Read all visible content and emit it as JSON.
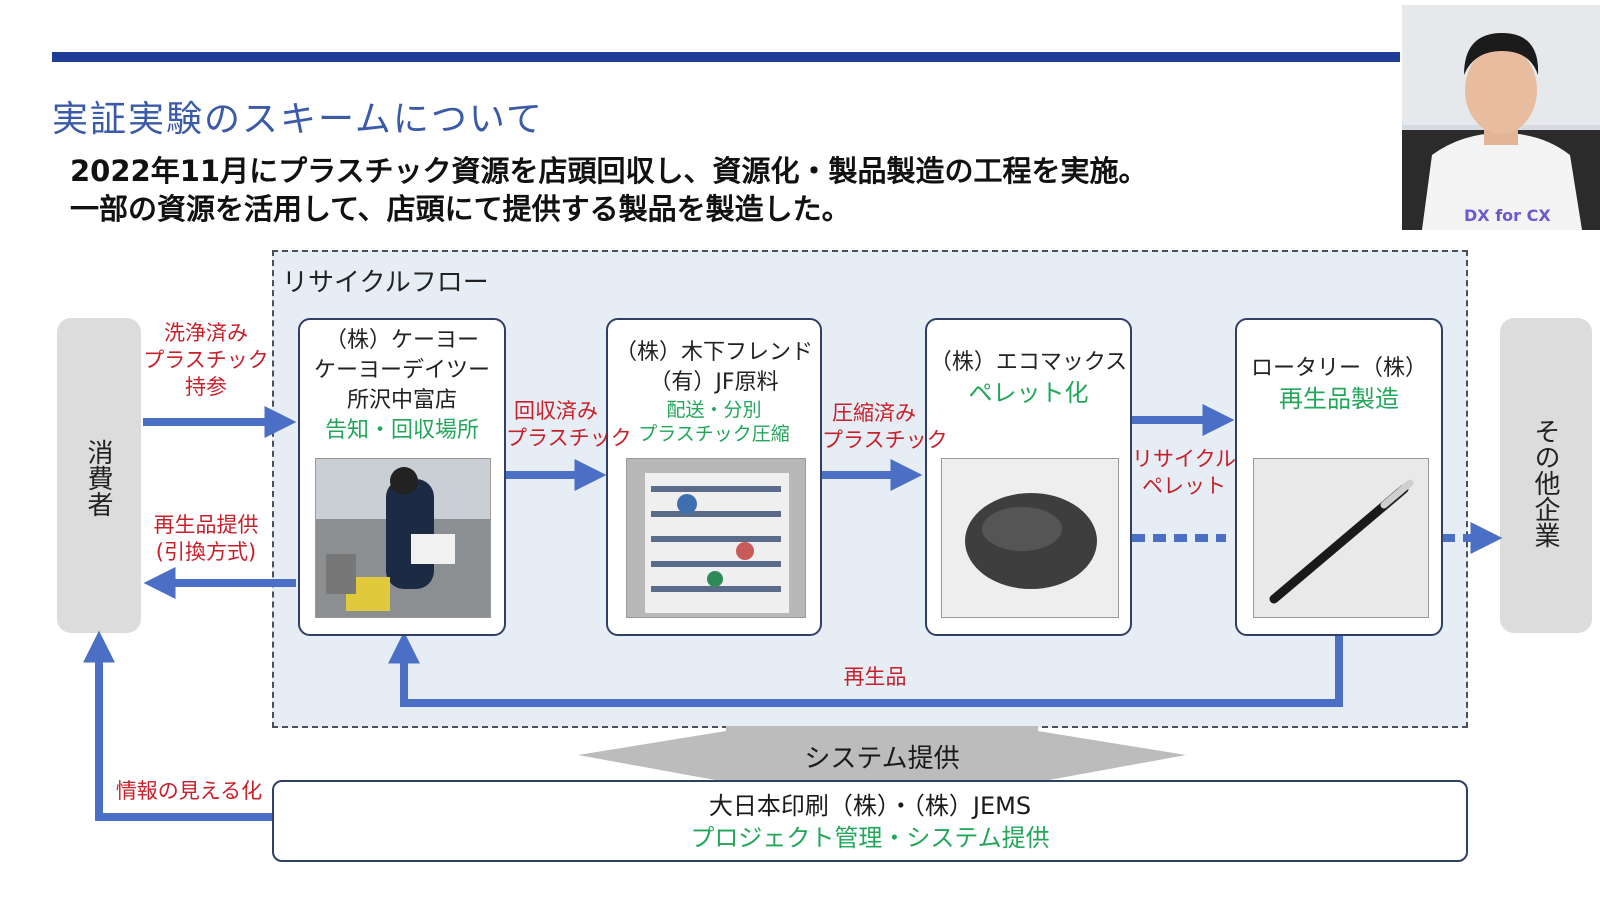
{
  "slide": {
    "title": "実証実験のスキームについて",
    "subtitle_line1": "2022年11月にプラスチック資源を店頭回収し、資源化・製品製造の工程を実施。",
    "subtitle_line2": "一部の資源を活用して、店頭にて提供する製品を製造した。"
  },
  "flow": {
    "label": "リサイクルフロー",
    "consumer": "消費者",
    "other_companies": "その他企業",
    "cards": [
      {
        "lines": [
          "（株）ケーヨー",
          "ケーヨーデイツー",
          "所沢中富店"
        ],
        "role": "告知・回収場所"
      },
      {
        "lines": [
          "（株）木下フレンド",
          "（有）JF原料"
        ],
        "role": "配送・分別\nプラスチック圧縮"
      },
      {
        "lines": [
          "（株）エコマックス"
        ],
        "role": "ペレット化"
      },
      {
        "lines": [
          "ロータリー（株）"
        ],
        "role": "再生品製造"
      }
    ],
    "labels": {
      "washed_plastic": "洗浄済み\nプラスチック\n持参",
      "recycled_offer": "再生品提供\n(引換方式)",
      "collected_plastic": "回収済み\nプラスチック",
      "compressed_plastic": "圧縮済み\nプラスチック",
      "recycle_pellet": "リサイクル\nペレット",
      "recycled_product": "再生品",
      "info_visualization": "情報の見える化"
    }
  },
  "system": {
    "arrow_label": "システム提供",
    "companies": "大日本印刷（株）・（株）JEMS",
    "role": "プロジェクト管理・システム提供"
  },
  "webcam": {
    "shirt_logo": "DX for CX"
  },
  "colors": {
    "accent_blue": "#1f3c99",
    "arrow_blue": "#4a6fc4",
    "label_red": "#c8202a",
    "role_green": "#22a65a"
  }
}
